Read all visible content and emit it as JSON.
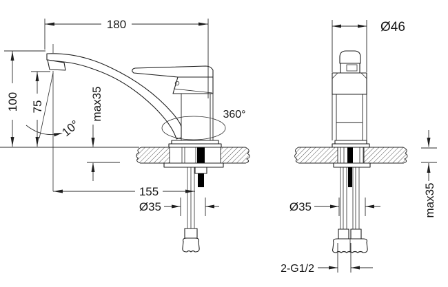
{
  "drawing": {
    "type": "technical-dimension-drawing",
    "subject": "single-lever kitchen faucet, side view and front view with installation dimensions",
    "units": "mm",
    "colors": {
      "line": "#1f1f1f",
      "background": "#ffffff",
      "stud_fill": "#000000"
    },
    "labels": {
      "overall_length": "180",
      "overall_height": "100",
      "spout_outlet_height": "75",
      "deck_thickness_left": "max35",
      "spout_angle": "10°",
      "swivel_range": "360°",
      "spout_reach": "155",
      "base_diameter_left": "Ø35",
      "handle_cap_diameter": "Ø46",
      "base_diameter_right": "Ø35",
      "deck_thickness_right": "max35",
      "hose_thread": "2-G1/2"
    }
  }
}
